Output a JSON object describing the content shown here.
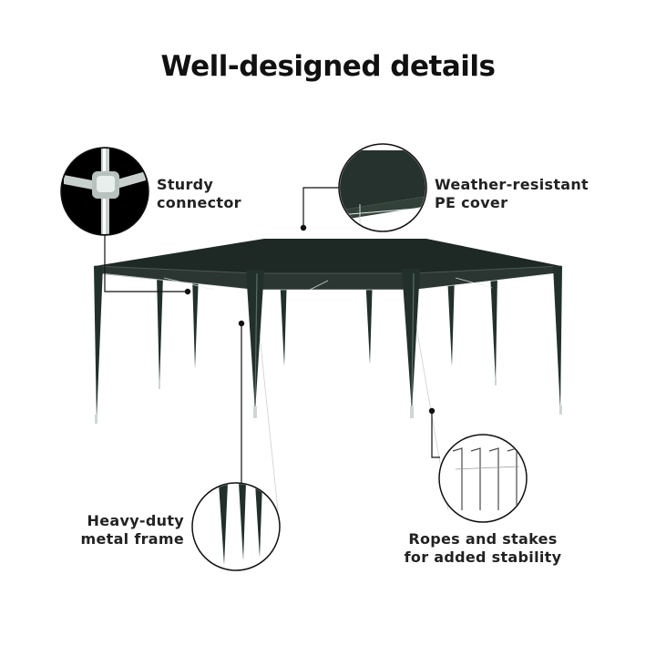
{
  "title": "Well-designed details",
  "colors": {
    "canopy": "#1e2824",
    "pole": "#22302b",
    "pole_highlight": "#5b6b65",
    "frame": "#e6ecea",
    "leader": "#111111"
  },
  "callouts": {
    "connector": {
      "line1": "Sturdy",
      "line2": "connector",
      "icon": "connector-detail"
    },
    "cover": {
      "line1": "Weather-resistant",
      "line2": "PE cover",
      "icon": "cover-detail"
    },
    "frame": {
      "line1": "Heavy-duty",
      "line2": "metal frame",
      "icon": "frame-detail"
    },
    "stakes": {
      "line1": "Ropes and stakes",
      "line2": "for added stability",
      "icon": "stakes-detail"
    }
  }
}
